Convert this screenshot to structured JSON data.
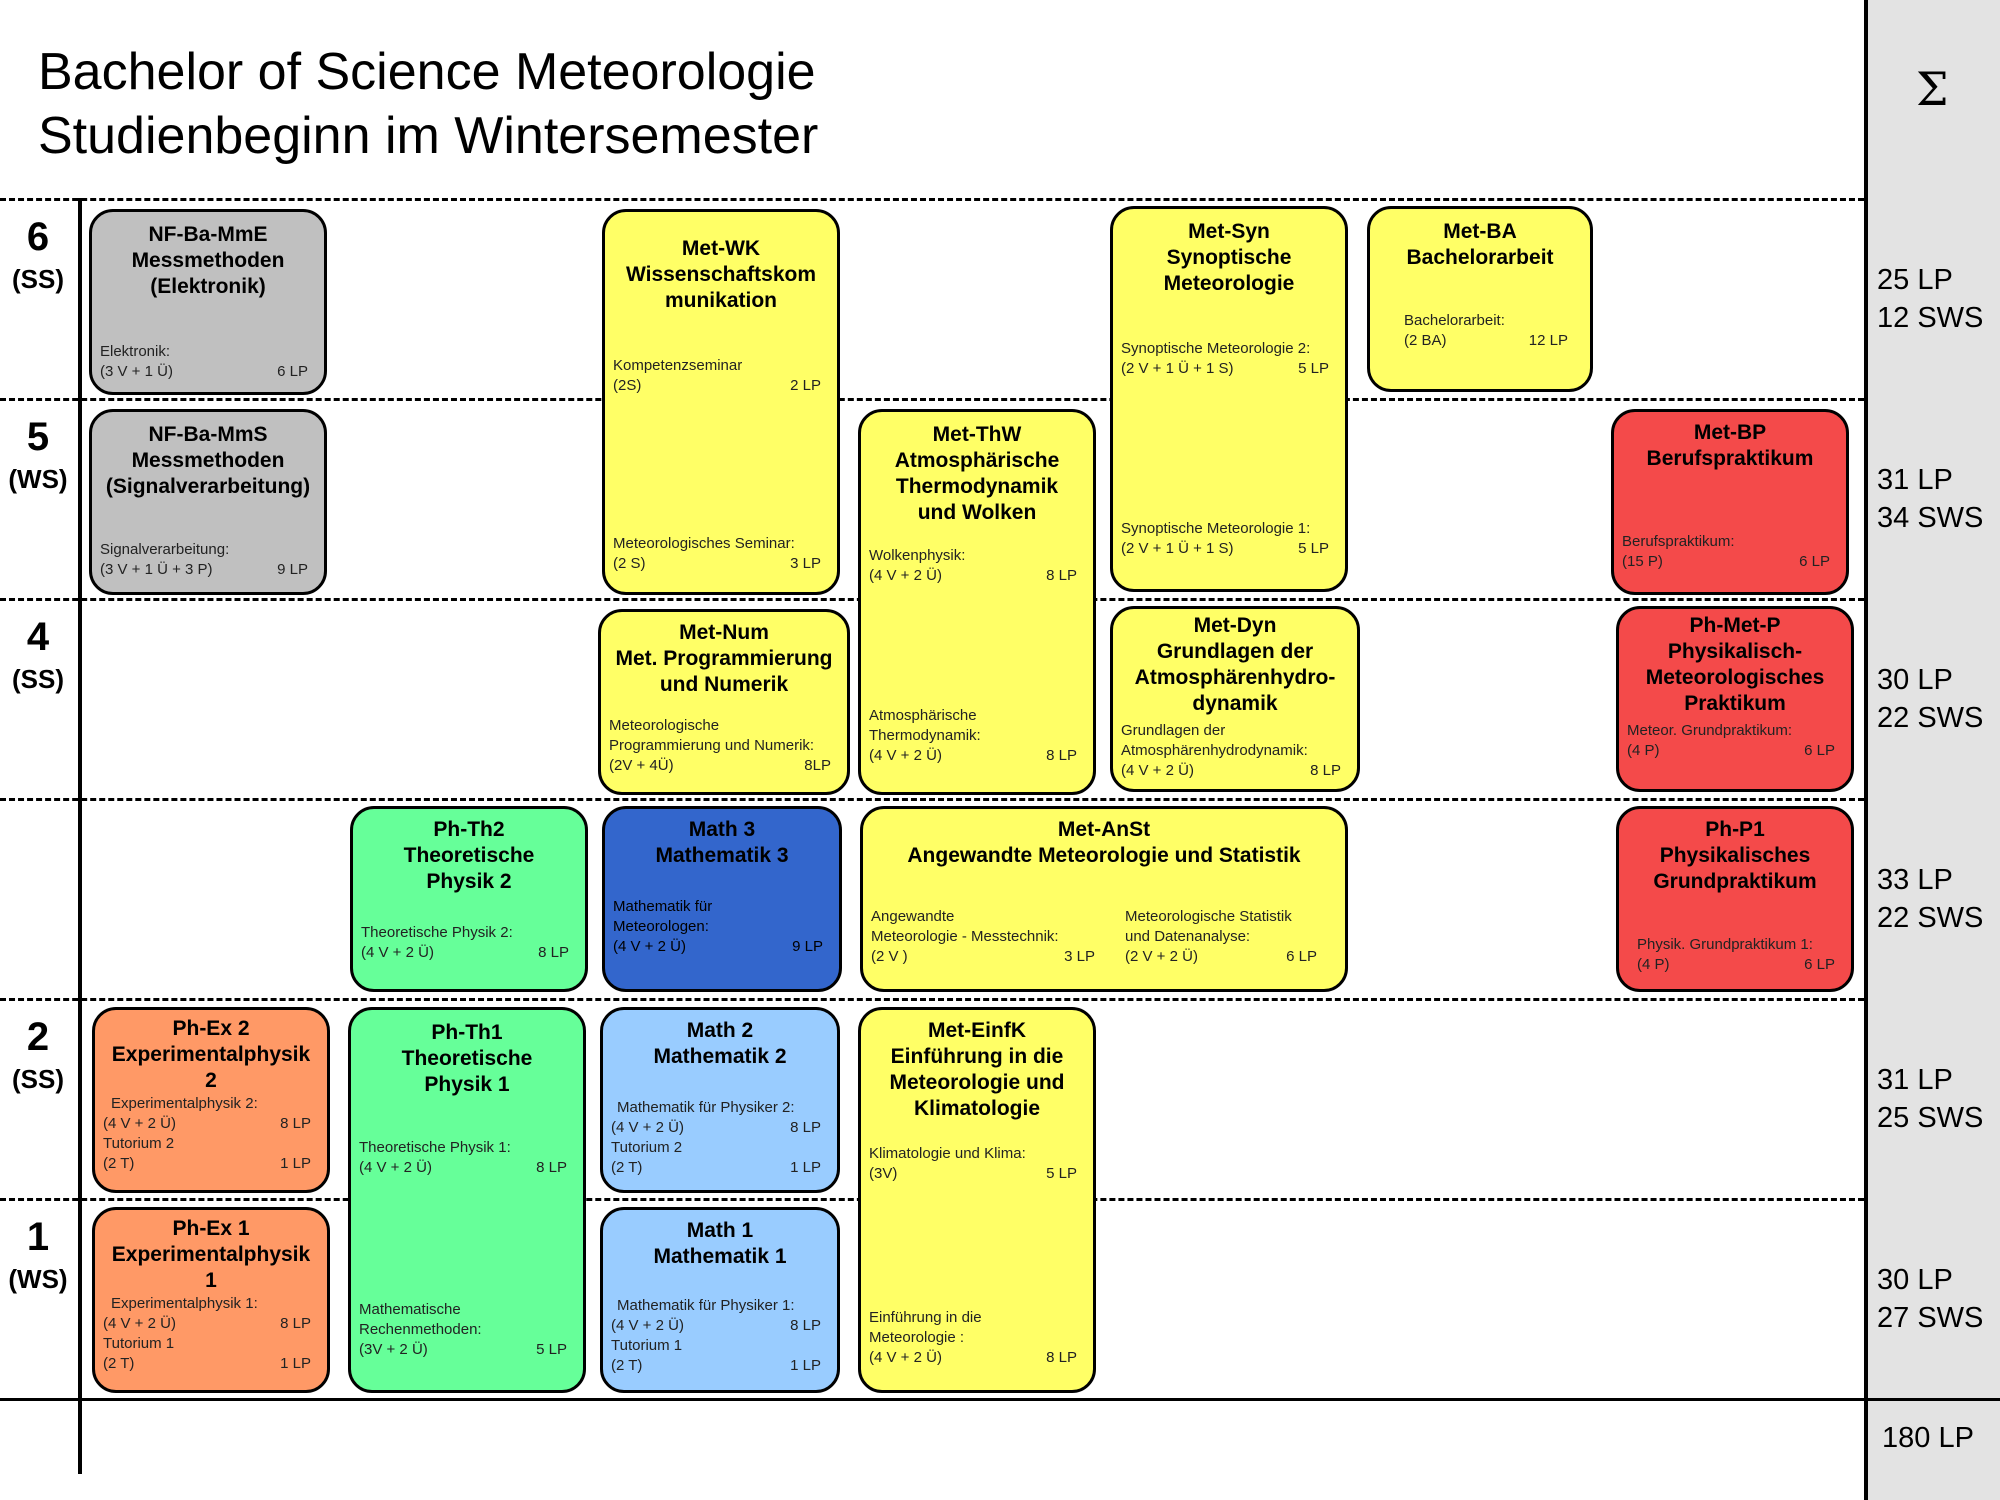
{
  "title": {
    "line1": "Bachelor of Science Meteorologie",
    "line2": "Studienbeginn im Wintersemester"
  },
  "sum_symbol": "Σ",
  "colors": {
    "grey": "#c0c0c0",
    "yellow": "#ffff66",
    "red": "#f44a4a",
    "green": "#66ff99",
    "blue": "#3366cc",
    "lightblue": "#99ccff",
    "orange": "#ff9966"
  },
  "semesters": [
    {
      "num": "6",
      "term": "(SS)",
      "lp": "25 LP",
      "sws": "12 SWS"
    },
    {
      "num": "5",
      "term": "(WS)",
      "lp": "31 LP",
      "sws": "34 SWS"
    },
    {
      "num": "4",
      "term": "(SS)",
      "lp": "30 LP",
      "sws": "22 SWS"
    },
    {
      "num": "",
      "term": "",
      "lp": "33 LP",
      "sws": "22 SWS"
    },
    {
      "num": "2",
      "term": "(SS)",
      "lp": "31 LP",
      "sws": "25 SWS"
    },
    {
      "num": "1",
      "term": "(WS)",
      "lp": "30 LP",
      "sws": "27 SWS"
    }
  ],
  "total": "180 LP",
  "modules": {
    "nf_mme": {
      "head": [
        "NF-Ba-MmE",
        "Messmethoden",
        "(Elektronik)"
      ],
      "courses": [
        {
          "l1": "Elektronik:",
          "l2": "(3 V + 1 Ü)",
          "lp": "6 LP"
        }
      ]
    },
    "nf_mms": {
      "head": [
        "NF-Ba-MmS",
        "Messmethoden",
        "(Signalverarbeitung)"
      ],
      "courses": [
        {
          "l1": "Signalverarbeitung:",
          "l2": "(3 V + 1 Ü + 3 P)",
          "lp": "9 LP"
        }
      ]
    },
    "met_wk": {
      "head": [
        "Met-WK",
        "Wissenschaftskom",
        "munikation"
      ],
      "courses": [
        {
          "l1": "Kompetenzseminar",
          "l2": "(2S)",
          "lp": "2 LP"
        },
        {
          "l1": "Meteorologisches Seminar:",
          "l2": "(2 S)",
          "lp": "3 LP"
        }
      ]
    },
    "met_thw": {
      "head": [
        "Met-ThW",
        "Atmosphärische",
        "Thermodynamik",
        "und Wolken"
      ],
      "courses": [
        {
          "l1": "Wolkenphysik:",
          "l2": "(4 V + 2 Ü)",
          "lp": "8 LP"
        },
        {
          "l1": "Atmosphärische",
          "l1b": "Thermodynamik:",
          "l2": "(4 V + 2 Ü)",
          "lp": "8 LP"
        }
      ]
    },
    "met_syn": {
      "head": [
        "Met-Syn",
        "Synoptische",
        "Meteorologie"
      ],
      "courses": [
        {
          "l1": "Synoptische Meteorologie 2:",
          "l2": "(2 V + 1 Ü + 1 S)",
          "lp": "5 LP"
        },
        {
          "l1": "Synoptische Meteorologie 1:",
          "l2": "(2 V + 1 Ü + 1 S)",
          "lp": "5 LP"
        }
      ]
    },
    "met_ba": {
      "head": [
        "Met-BA",
        "Bachelorarbeit"
      ],
      "courses": [
        {
          "l1": "Bachelorarbeit:",
          "l2": "(2 BA)",
          "lp": "12 LP"
        }
      ]
    },
    "met_bp": {
      "head": [
        "Met-BP",
        "Berufspraktikum"
      ],
      "courses": [
        {
          "l1": "Berufspraktikum:",
          "l2": "(15 P)",
          "lp": "6 LP"
        }
      ]
    },
    "met_num": {
      "head": [
        "Met-Num",
        "Met. Programmierung",
        "und Numerik"
      ],
      "courses": [
        {
          "l1": "Meteorologische",
          "l1b": "Programmierung und Numerik:",
          "l2": "(2V + 4Ü)",
          "lp": "8LP"
        }
      ]
    },
    "met_dyn": {
      "head": [
        "Met-Dyn",
        "Grundlagen der",
        "Atmosphärenhydro-",
        "dynamik"
      ],
      "courses": [
        {
          "l1": "Grundlagen der",
          "l1b": "Atmosphärenhydrodynamik:",
          "l2": "(4 V + 2 Ü)",
          "lp": "8 LP"
        }
      ]
    },
    "ph_met_p": {
      "head": [
        "Ph-Met-P",
        "Physikalisch-",
        "Meteorologisches",
        "Praktikum"
      ],
      "courses": [
        {
          "l1": "Meteor. Grundpraktikum:",
          "l2": "(4 P)",
          "lp": "6 LP"
        }
      ]
    },
    "ph_th2": {
      "head": [
        "Ph-Th2",
        "Theoretische",
        "Physik 2"
      ],
      "courses": [
        {
          "l1": "Theoretische Physik 2:",
          "l2": "(4 V + 2 Ü)",
          "lp": "8 LP"
        }
      ]
    },
    "math3": {
      "head": [
        "Math 3",
        "Mathematik 3"
      ],
      "courses": [
        {
          "l1": "Mathematik für",
          "l1b": "Meteorologen:",
          "l2": "(4 V + 2 Ü)",
          "lp": "9 LP"
        }
      ]
    },
    "met_anst": {
      "head": [
        "Met-AnSt",
        "Angewandte Meteorologie und Statistik"
      ],
      "courses": [
        {
          "l1": "Angewandte",
          "l1b": "Meteorologie - Messtechnik:",
          "l2": "(2 V )",
          "lp": "3 LP"
        },
        {
          "l1": "Meteorologische Statistik",
          "l1b": "und Datenanalyse:",
          "l2": " (2 V + 2 Ü)",
          "lp": "6 LP"
        }
      ]
    },
    "ph_p1": {
      "head": [
        "Ph-P1",
        "Physikalisches",
        "Grundpraktikum"
      ],
      "courses": [
        {
          "l1": "Physik. Grundpraktikum 1:",
          "l2": "(4 P)",
          "lp": "6 LP"
        }
      ]
    },
    "ph_ex2": {
      "head": [
        "Ph-Ex 2",
        "Experimentalphysik",
        "2"
      ],
      "courses": [
        {
          "l1": "Experimentalphysik 2:",
          "l2": "(4 V + 2 Ü)",
          "lp": "8 LP",
          "l3": "Tutorium 2",
          "l4": "(2 T)",
          "lp2": "1 LP"
        }
      ]
    },
    "ph_th1": {
      "head": [
        "Ph-Th1",
        "Theoretische",
        "Physik 1"
      ],
      "courses": [
        {
          "l1": "Theoretische Physik 1:",
          "l2": "(4 V + 2 Ü)",
          "lp": "8 LP"
        },
        {
          "l1": "Mathematische",
          "l1b": "Rechenmethoden:",
          "l2": "(3V + 2 Ü)",
          "lp": "5 LP"
        }
      ]
    },
    "math2": {
      "head": [
        "Math 2",
        "Mathematik 2"
      ],
      "courses": [
        {
          "l1": "Mathematik für Physiker 2:",
          "l2": "(4 V + 2 Ü)",
          "lp": "8 LP",
          "l3": "Tutorium 2",
          "l4": "(2 T)",
          "lp2": "1 LP"
        }
      ]
    },
    "met_einfk": {
      "head": [
        "Met-EinfK",
        "Einführung in die",
        "Meteorologie und",
        "Klimatologie"
      ],
      "courses": [
        {
          "l1": "Klimatologie und Klima:",
          "l2": "(3V)",
          "lp": "5 LP"
        },
        {
          "l1": "Einführung in die",
          "l1b": "Meteorologie :",
          "l2": "(4 V + 2 Ü)",
          "lp": "8 LP"
        }
      ]
    },
    "ph_ex1": {
      "head": [
        "Ph-Ex 1",
        "Experimentalphysik",
        "1"
      ],
      "courses": [
        {
          "l1": "Experimentalphysik 1:",
          "l2": "(4 V + 2 Ü)",
          "lp": "8 LP",
          "l3": "Tutorium 1",
          "l4": "(2 T)",
          "lp2": "1 LP"
        }
      ]
    },
    "math1": {
      "head": [
        "Math 1",
        "Mathematik 1"
      ],
      "courses": [
        {
          "l1": "Mathematik für Physiker 1:",
          "l2": "(4 V + 2 Ü)",
          "lp": "8 LP",
          "l3": "Tutorium 1",
          "l4": "(2 T)",
          "lp2": "1 LP"
        }
      ]
    }
  }
}
